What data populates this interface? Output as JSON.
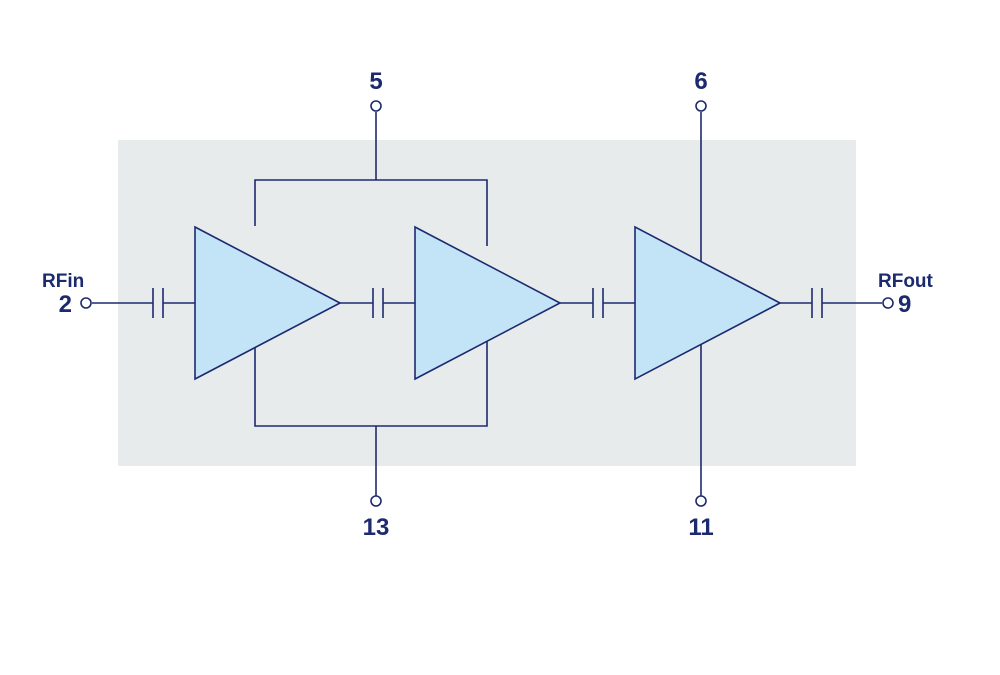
{
  "colors": {
    "line": "#1c2a6e",
    "package_fill": "#e8ebec",
    "amplifier_fill": "#c3e3f7",
    "background": "#ffffff"
  },
  "ports": {
    "rf_in": {
      "name": "RFin",
      "pin": "2"
    },
    "rf_out": {
      "name": "RFout",
      "pin": "9"
    }
  },
  "pins": {
    "stage12_top": "5",
    "stage12_bottom": "13",
    "stage3_top": "6",
    "stage3_bottom": "11"
  },
  "components": {
    "amplifiers": [
      "amplifier-stage-1",
      "amplifier-stage-2",
      "amplifier-stage-3"
    ],
    "capacitors": [
      "capacitor-input",
      "capacitor-stage1-stage2",
      "capacitor-stage2-stage3",
      "capacitor-output"
    ]
  }
}
